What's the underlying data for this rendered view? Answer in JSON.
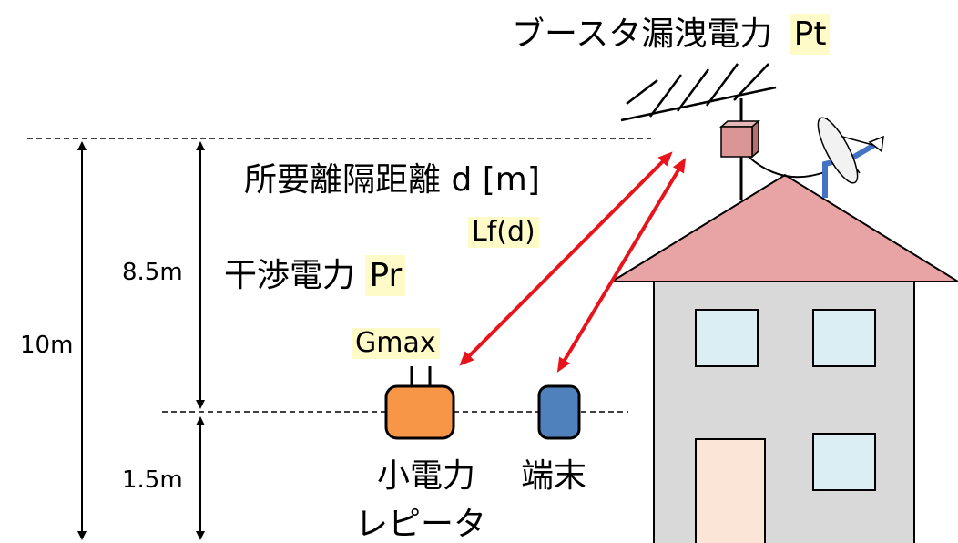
{
  "labels": {
    "booster_title": "ブースタ漏洩電力",
    "booster_pt": "Pt",
    "separation": "所要離隔距離 d [m]",
    "lf": "Lf(d)",
    "interference": "干渉電力",
    "interference_pr": "Pr",
    "gmax": "Gmax",
    "repeater_line1": "小電力",
    "repeater_line2": "レピータ",
    "terminal": "端末",
    "h_total": "10m",
    "h_upper": "8.5m",
    "h_lower": "1.5m"
  },
  "colors": {
    "highlight": "#fffbc8",
    "arrow_red": "#e8141b",
    "roof": "#e8a3a5",
    "wall": "#d9d9d9",
    "window": "#dbeef3",
    "door": "#fbe5d6",
    "booster_box": "#d99694",
    "repeater": "#f79646",
    "terminal": "#4f81bd",
    "dish_mount": "#4472c4"
  }
}
